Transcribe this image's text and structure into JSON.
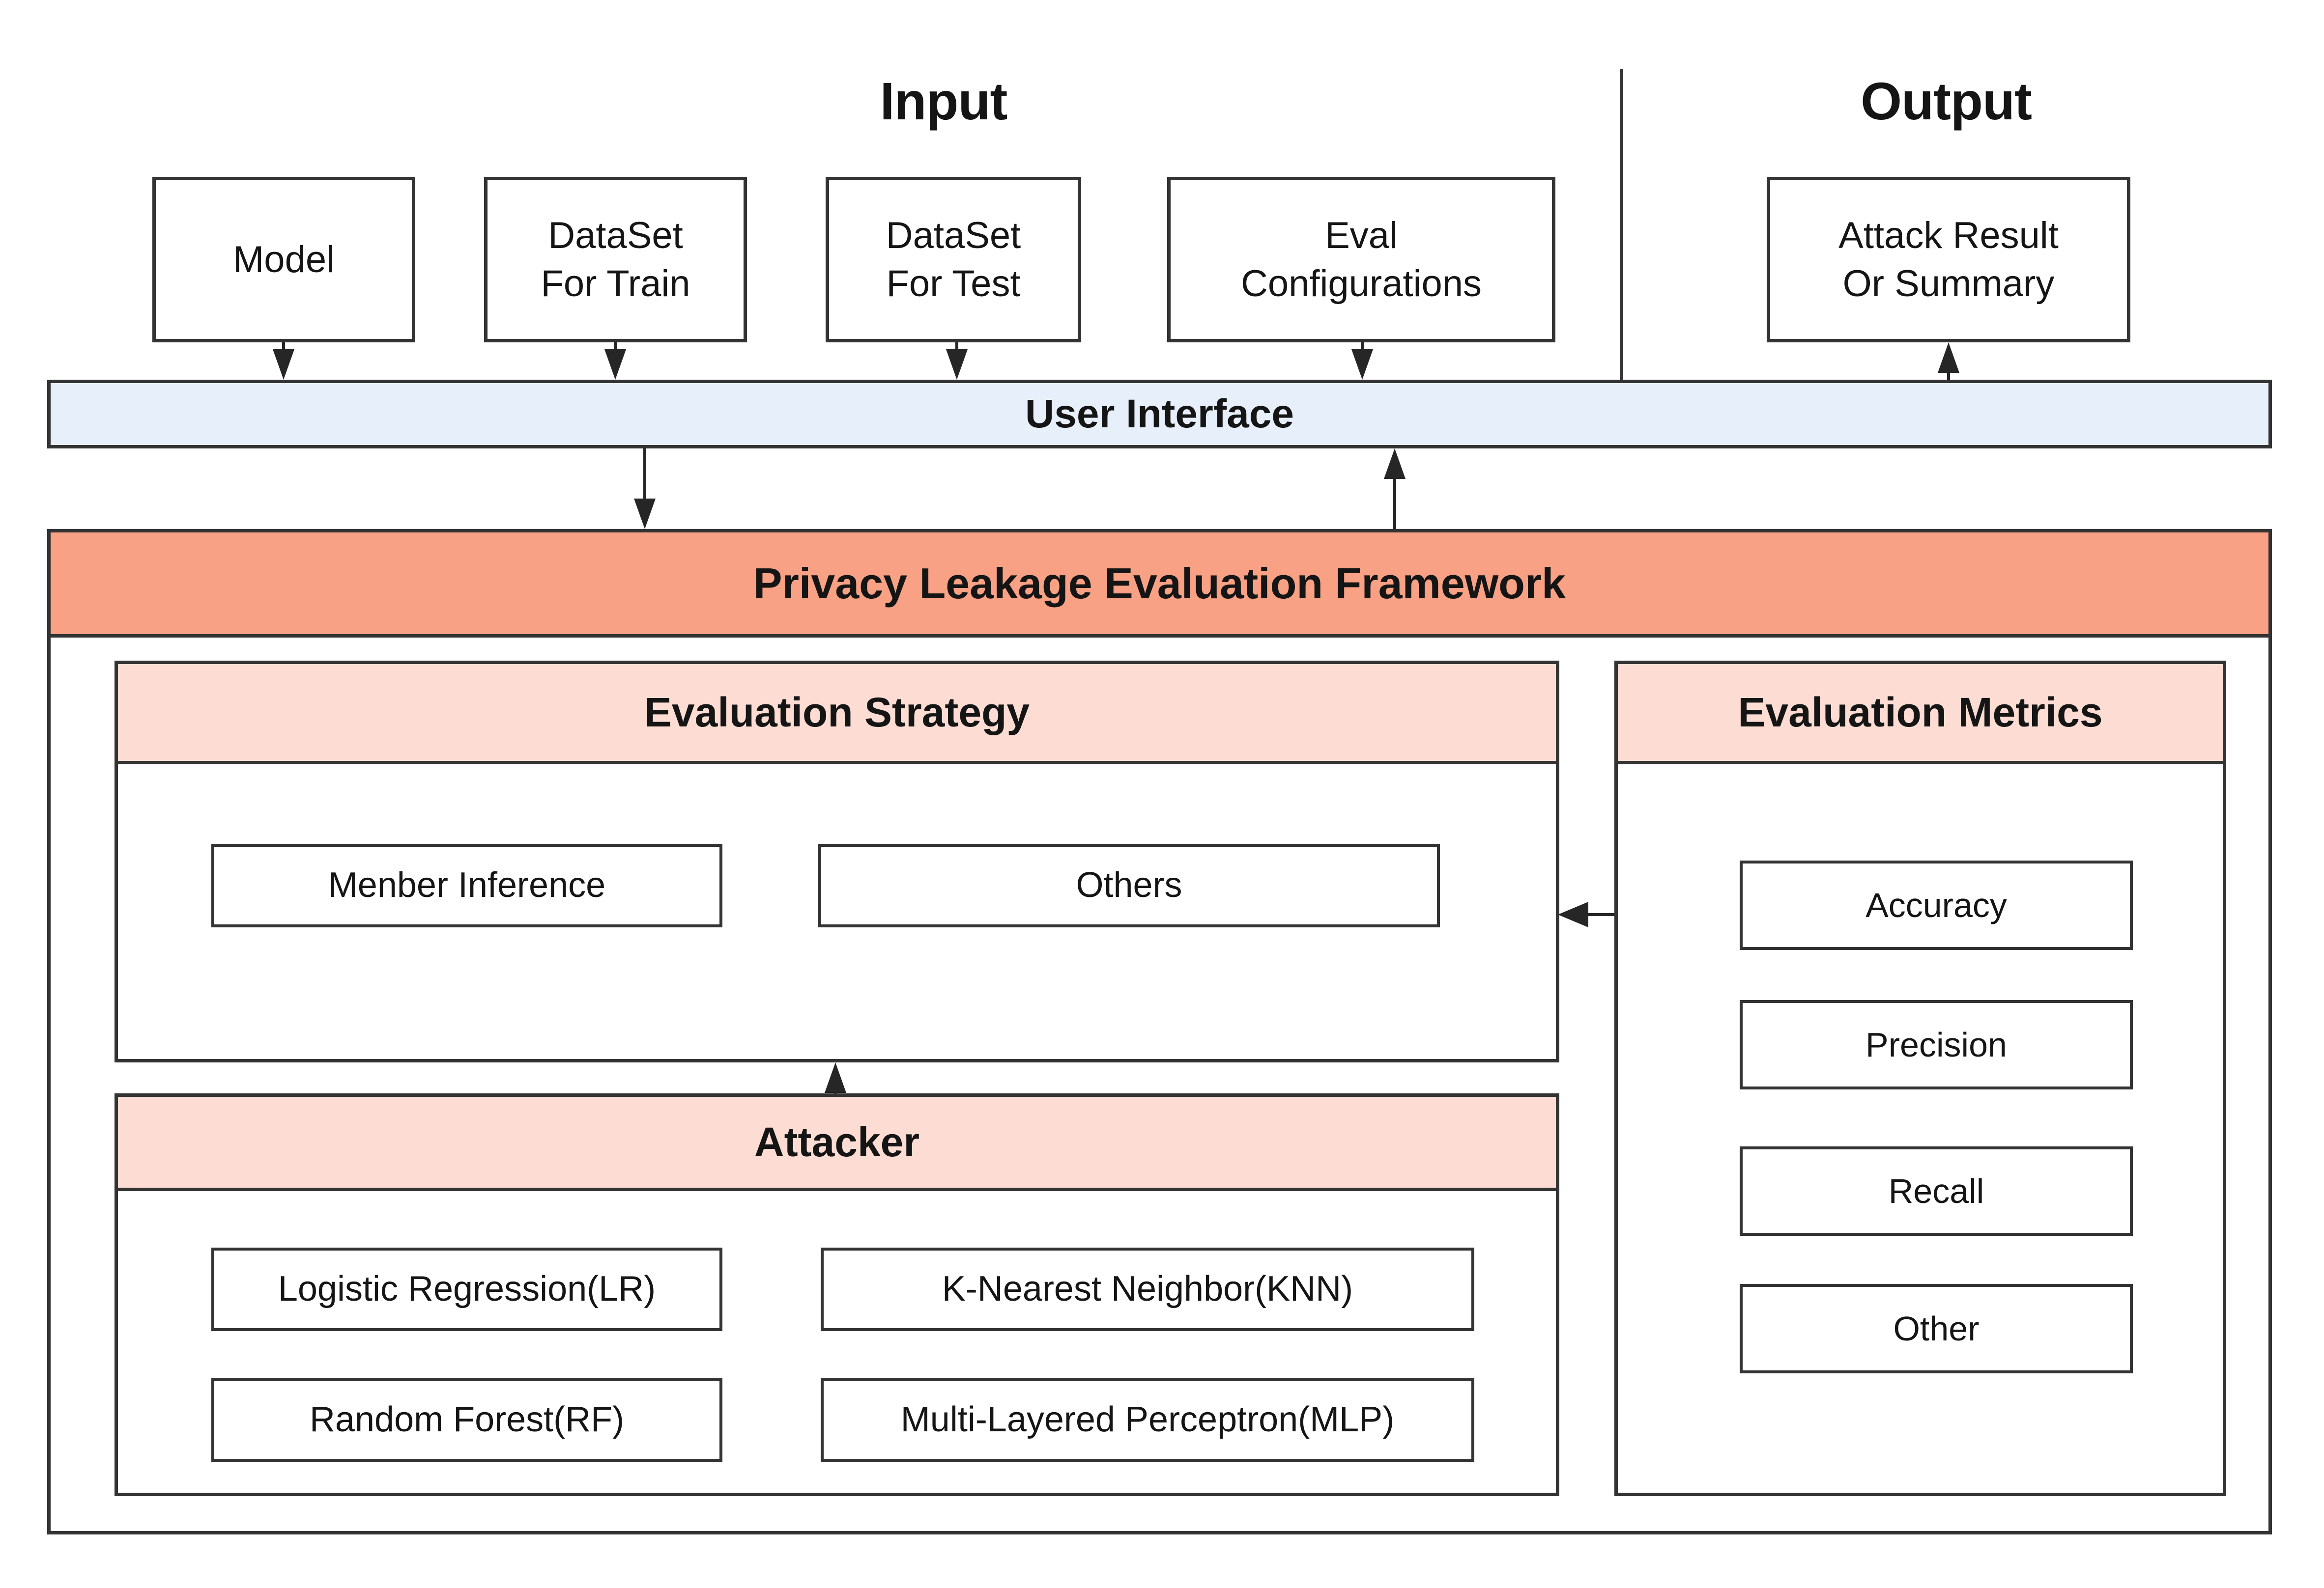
{
  "diagram": {
    "sections": {
      "input_title": "Input",
      "output_title": "Output"
    },
    "input_boxes": [
      {
        "line1": "Model",
        "line2": ""
      },
      {
        "line1": "DataSet",
        "line2": "For Train"
      },
      {
        "line1": "DataSet",
        "line2": "For Test"
      },
      {
        "line1": "Eval",
        "line2": "Configurations"
      }
    ],
    "output_boxes": [
      {
        "line1": "Attack Result",
        "line2": "Or Summary"
      }
    ],
    "user_interface": {
      "label": "User Interface"
    },
    "framework": {
      "label": "Privacy Leakage Evaluation Framework"
    },
    "evaluation_strategy": {
      "header": "Evaluation Strategy",
      "items": [
        "Menber Inference",
        "Others"
      ]
    },
    "attacker": {
      "header": "Attacker",
      "items": [
        "Logistic Regression(LR)",
        "K-Nearest Neighbor(KNN)",
        "Random Forest(RF)",
        "Multi-Layered Perceptron(MLP)"
      ]
    },
    "evaluation_metrics": {
      "header": "Evaluation Metrics",
      "items": [
        "Accuracy",
        "Precision",
        "Recall",
        "Other"
      ]
    },
    "colors": {
      "framework_banner": "#f8a184",
      "panel_header": "#fdddd3",
      "user_interface": "#e7f0fa",
      "stroke": "#333333",
      "text": "#151515"
    }
  }
}
